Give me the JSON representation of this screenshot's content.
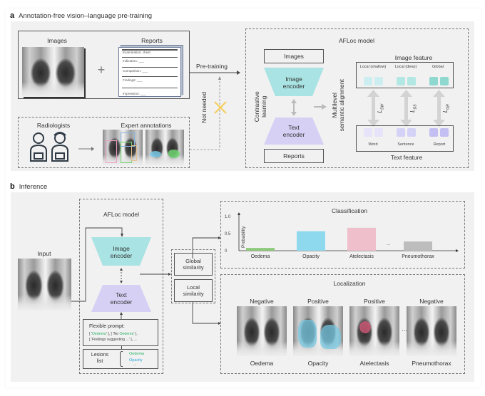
{
  "panel_a": {
    "letter": "a",
    "title": "Annotation-free vision–language pre-training",
    "images_label": "Images",
    "plus_icon": "+",
    "reports_label": "Reports",
    "report_fields": [
      "Examination: chest",
      "Indication: ___",
      "Comparison: ___",
      "Findings: ___",
      "Impression: ___"
    ],
    "radiologists_label": "Radiologists",
    "expert_annotations_label": "Expert annotations",
    "pretraining_label": "Pre-training",
    "not_needed_label": "Not needed",
    "model": {
      "title": "AFLoc model",
      "images_box": "Images",
      "image_encoder": "Image\nencoder",
      "text_encoder": "Text\nencoder",
      "reports_box": "Reports",
      "contrastive_label": "Contrastive\nlearning",
      "alignment_label": "Multilevel\nsemantic alignment",
      "image_feature_title": "Image feature",
      "image_feature_levels": [
        "Local (shallow)",
        "Local (deep)",
        "Global"
      ],
      "text_feature_title": "Text feature",
      "text_feature_levels": [
        "Word",
        "Sentence",
        "Report"
      ],
      "losses": [
        "L_SW",
        "L_DS",
        "L_GR"
      ],
      "image_feature_colors": [
        "#cdeef0",
        "#b3e7e3",
        "#8fd8cf"
      ],
      "text_feature_colors": [
        "#e6e3fa",
        "#d4d2f7",
        "#c4bff2"
      ]
    }
  },
  "panel_b": {
    "letter": "b",
    "title": "Inference",
    "input_label": "Input",
    "model_title": "AFLoc model",
    "image_encoder": "Image\nencoder",
    "text_encoder": "Text\nencoder",
    "prompt_title": "Flexible prompt:",
    "prompt_parts": [
      "[ '",
      "Oedema",
      "' ], [ 'No ",
      "Oedema",
      "' ],",
      "[ 'Findings suggesting ...' ], ..."
    ],
    "lesions_label": "Lesions\nlist",
    "lesions": [
      {
        "name": "Oedema",
        "color": "#2db36b"
      },
      {
        "name": "Opacity",
        "color": "#29a8d8"
      },
      {
        "name": "...",
        "color": "#555555"
      }
    ],
    "global_similarity": "Global\nsimilarity",
    "local_similarity": "Local\nsimilarity",
    "classification_title": "Classification",
    "localization_title": "Localization",
    "localization_items": [
      {
        "status": "Negative",
        "finding": "Oedema"
      },
      {
        "status": "Positive",
        "finding": "Opacity"
      },
      {
        "status": "Positive",
        "finding": "Atelectasis"
      },
      {
        "status": "Negative",
        "finding": "Pneumothorax"
      }
    ],
    "ellipsis": "..."
  },
  "colors": {
    "image_encoder": "#a9e3e3",
    "text_encoder": "#d6d0f5",
    "cross_mark": "#f5cd5a",
    "panel_bg": "#f1f1f1"
  },
  "chart_data": {
    "type": "bar",
    "title": "Classification",
    "ylabel": "Probability",
    "xlabel": "",
    "ylim": [
      0,
      1.0
    ],
    "yticks": [
      "0",
      "0.5",
      "1.0"
    ],
    "categories": [
      "Oedema",
      "Opacity",
      "Atelectasis",
      "Pneumothorax"
    ],
    "values": [
      0.08,
      0.57,
      0.67,
      0.27
    ],
    "colors": [
      "#8cc97a",
      "#8fd9ef",
      "#efbfcc",
      "#bdbdbd"
    ],
    "gap_marker": "...",
    "grid": false
  }
}
